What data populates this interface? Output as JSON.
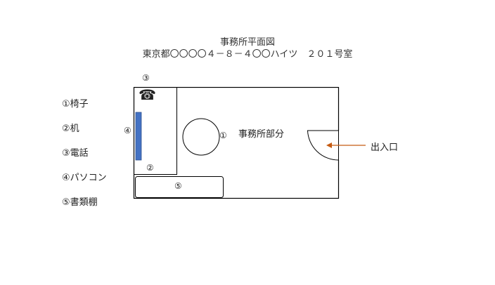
{
  "title": "事務所平面図",
  "address": "東京都〇〇〇〇４－８－４〇〇ハイツ　２０１号室",
  "legend": [
    {
      "label": "①椅子"
    },
    {
      "label": "②机"
    },
    {
      "label": "③電話"
    },
    {
      "label": "④パソコン"
    },
    {
      "label": "⑤書類棚"
    }
  ],
  "plan": {
    "office_area_label": "事務所部分",
    "entrance_label": "出入口",
    "marker_chair": "①",
    "marker_desk": "②",
    "marker_phone": "③",
    "marker_pc": "④",
    "marker_cabinet": "⑤",
    "phone_glyph": "☎"
  },
  "colors": {
    "pc": "#4472C4",
    "arrow": "#C55A11",
    "wall": "#000000"
  }
}
